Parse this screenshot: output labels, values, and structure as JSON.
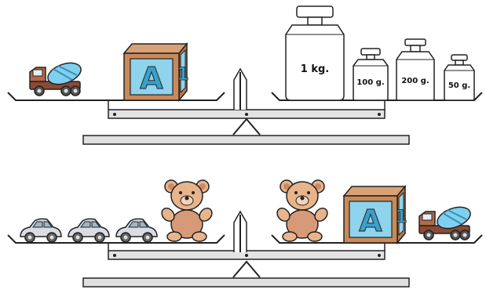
{
  "colors": {
    "outline": "#222222",
    "beam": "#d9d9d9",
    "weight_fill": "#ffffff",
    "block_wood": "#c98a5a",
    "block_face": "#8fd3ec",
    "block_letter": "#3aa0c8",
    "bear": "#e8b48a",
    "bear_dark": "#c98a64",
    "car": "#d9dde3",
    "truck_drum": "#7fd0ee",
    "truck_body": "#b46a4a"
  },
  "scales": [
    {
      "left_pan": [
        "cement-truck",
        "alphabet-block"
      ],
      "right_pan": [
        {
          "item": "weight",
          "label": "1 kg."
        },
        {
          "item": "weight",
          "label": "100 g."
        },
        {
          "item": "weight",
          "label": "200 g."
        },
        {
          "item": "weight",
          "label": "50 g."
        }
      ]
    },
    {
      "left_pan": [
        "toy-car",
        "toy-car",
        "toy-car",
        "teddy-bear"
      ],
      "right_pan": [
        "teddy-bear",
        "alphabet-block",
        "cement-truck"
      ]
    }
  ],
  "weights": {
    "w1kg": "1 kg.",
    "w100g": "100 g.",
    "w200g": "200 g.",
    "w50g": "50 g."
  },
  "block_letters": {
    "front": "А",
    "side": "1"
  }
}
